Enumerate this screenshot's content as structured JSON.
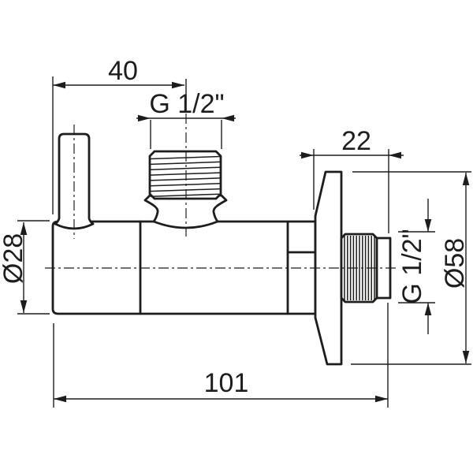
{
  "drawing": {
    "background": "#ffffff",
    "line_color": "#1d1d1b",
    "text_color": "#1d1d1b",
    "labels": {
      "top_width": "40",
      "top_thread": "G 1/2\"",
      "wall_offset": "22",
      "body_diameter": "Ø28",
      "outlet_thread": "G 1/2\"",
      "flange_diameter": "Ø58",
      "total_length": "101"
    }
  }
}
